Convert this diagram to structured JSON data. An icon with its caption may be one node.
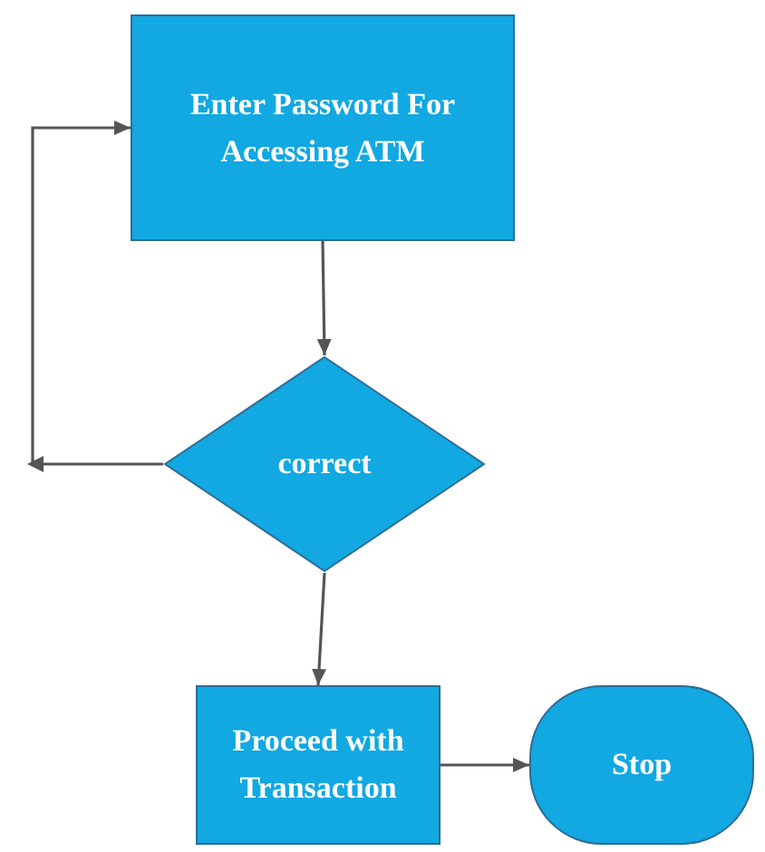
{
  "diagram": {
    "nodes": [
      {
        "text": [
          "Enter Password For Accessing ATM"
        ]
      },
      {
        "text": [
          "correct"
        ]
      },
      {
        "text": [
          "Proceed with Transaction"
        ]
      },
      {
        "text": [
          "Stop"
        ]
      }
    ],
    "edges": [
      {
        "from": 0,
        "to": 1,
        "arrow": "to"
      },
      {
        "from": 1,
        "to": 0,
        "arrow": "to"
      },
      {
        "from": 1,
        "to": 2,
        "arrow": "to"
      },
      {
        "from": 2,
        "to": 3,
        "arrow": "to"
      }
    ]
  }
}
